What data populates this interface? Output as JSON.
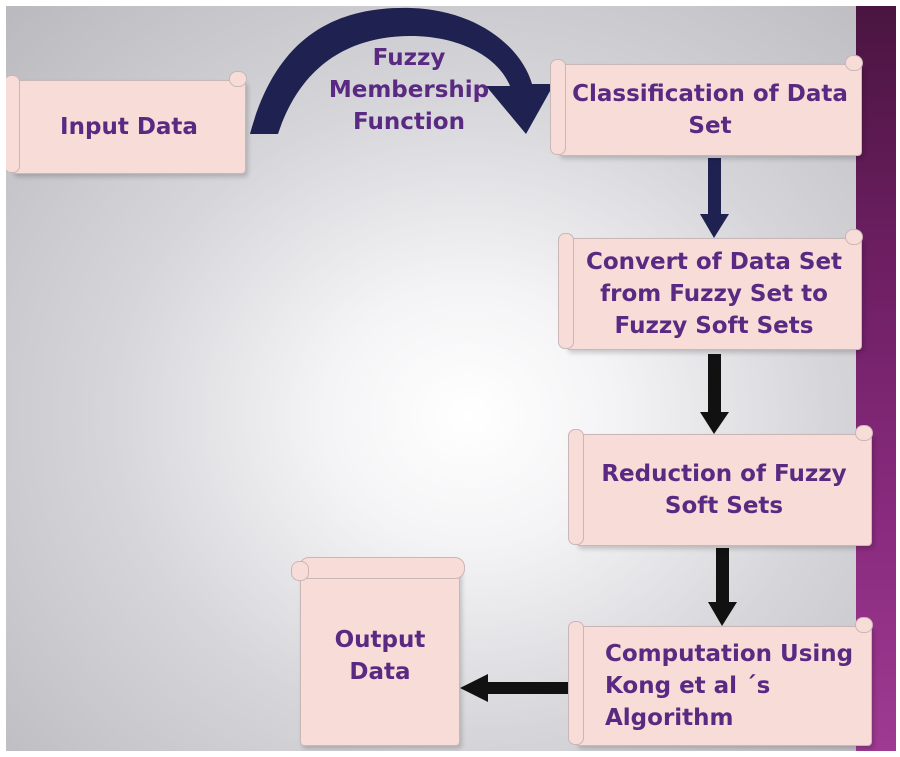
{
  "diagram": {
    "input_box": "Input Data",
    "membership_label": "Fuzzy Membership Function",
    "classification_box": "Classification of Data Set",
    "convert_box": "Convert of Data Set from Fuzzy Set to Fuzzy Soft Sets",
    "reduction_box": "Reduction of Fuzzy Soft Sets",
    "computation_box": "Computation Using Kong et al ´s Algorithm",
    "output_box": "Output Data"
  },
  "colors": {
    "box_fill": "#f7dcd8",
    "text": "#5a2a82",
    "arc_arrow": "#1f2150",
    "arrow": "#111111",
    "accent_bar": "#6e1f63"
  }
}
